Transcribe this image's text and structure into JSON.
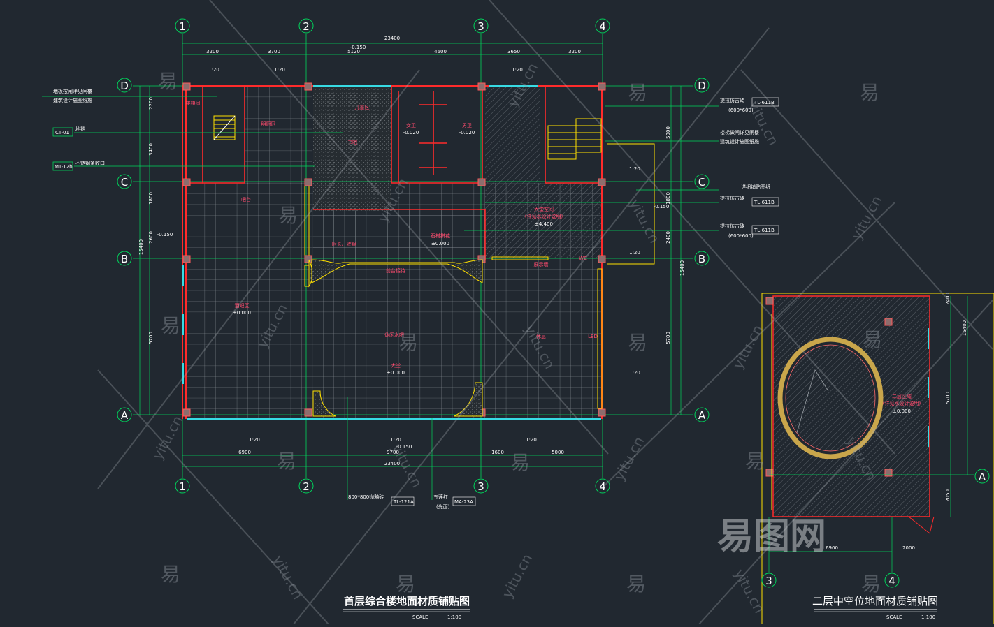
{
  "grid": {
    "cols": [
      "1",
      "2",
      "3",
      "4"
    ],
    "rows": [
      "D",
      "C",
      "B",
      "A"
    ]
  },
  "dims": {
    "top_total": "23400",
    "top_level": "-0.150",
    "top_segments": [
      "3200",
      "3700",
      "5120",
      "4600",
      "3650",
      "3200"
    ],
    "scale_small": "1:20",
    "bottom_segments": [
      "6900",
      "9700",
      "1600",
      "5000"
    ],
    "bottom_total": "23400",
    "bottom_level": "-0.150",
    "left_segments": [
      "2200",
      "3400",
      "1800",
      "2600",
      "5700"
    ],
    "left_total": "15400",
    "left_level": "-0.150",
    "right_segments": [
      "5000",
      "1800",
      "2400",
      "5700"
    ],
    "right_total": "15400",
    "right_level": "-0.150"
  },
  "left_notes": {
    "note1_line1": "地板按闸泮见闸楼",
    "note1_line2": "建筑设计施图纸施",
    "tag1": "CT-01",
    "tag1_text": "地毯",
    "tag2": "MT-12b",
    "tag2_text": "不锈钢条收口"
  },
  "right_notes": {
    "tag1_text": "提拉仿古砖",
    "tag1": "TL-611B",
    "tag1_size": "(600*600)",
    "note2_line1": "楼梯做闸详见闸楼",
    "note2_line2": "建筑设计施图纸施",
    "note3": "详细铺贴图纸",
    "tag2_text": "提拉仿古砖",
    "tag2": "TL-611B",
    "tag3_text": "提拉仿古砖",
    "tag3": "TL-611B",
    "tag3_size": "(600*600)"
  },
  "rooms": {
    "r1": "楼梯间",
    "r2": "明厨区",
    "r3": "儿童区",
    "r4": "书吧",
    "r5": "女卫",
    "r5_level": "-0.020",
    "r6": "男卫",
    "r6_level": "-0.020",
    "r7": "吧台",
    "r8": "酒吧区",
    "r8_level": "±0.000",
    "r9": "休闲水吧",
    "r10": "大堂",
    "r10_level": "±0.000",
    "r11": "休息",
    "r12": "LED",
    "r13": "厨卡、收银",
    "r14": "前台接待",
    "r15": "石材拼花",
    "r15_level": "±0.000",
    "r16": "大堂空间",
    "r16_sub": "(详见水设计说明)",
    "r16_level": "±4.400",
    "r17": "展示墙",
    "r18": "WC"
  },
  "bottom_notes": {
    "tile_text": "800*800抛釉砖",
    "tile_tag": "TL-121A",
    "stone_text": "五莲红",
    "stone_sub": "(光面)",
    "stone_tag": "MA-23A"
  },
  "main_title": "首层综合楼地面材质铺贴图",
  "main_scale_label": "SCALE",
  "main_scale_value": "1:100",
  "inset": {
    "title": "二层中空位地面材质铺贴图",
    "scale_label": "SCALE",
    "scale_value": "1:100",
    "room": "二层区域",
    "room_sub": "(详见水设计说明)",
    "room_level": "±0.000",
    "dim_right": [
      "2400",
      "5700",
      "2050"
    ],
    "dim_right_total": "15400",
    "dim_bottom": [
      "6900",
      "2000"
    ],
    "grid_cols": [
      "3",
      "4"
    ],
    "grid_row": "A"
  },
  "watermark": {
    "glyph": "易",
    "domain": "yitu.cn",
    "brand": "易图网"
  },
  "colors": {
    "background": "#212830",
    "grid_line": "#00d65c",
    "wall": "#ff2b2b",
    "dimension": "#00d65c",
    "glass": "#37dbe3",
    "stair": "#ffe000",
    "text": "#ffffff",
    "room_text": "#ff4b6e"
  }
}
